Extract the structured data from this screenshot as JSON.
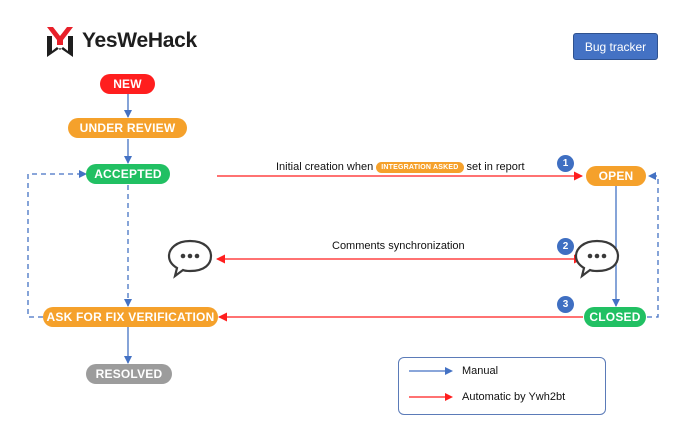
{
  "brand": {
    "name": "YesWeHack"
  },
  "tracker_label": "Bug tracker",
  "states": {
    "new": "NEW",
    "under_review": "UNDER REVIEW",
    "accepted": "ACCEPTED",
    "ask_fix": "ASK FOR FIX VERIFICATION",
    "resolved": "RESOLVED",
    "open": "OPEN",
    "closed": "CLOSED"
  },
  "flows": {
    "f1_prefix": "Initial creation when",
    "f1_tag": "INTEGRATION ASKED",
    "f1_suffix": "set in report",
    "f2_label": "Comments synchronization",
    "n1": "1",
    "n2": "2",
    "n3": "3"
  },
  "legend": {
    "manual": "Manual",
    "automatic": "Automatic by Ywh2bt"
  },
  "colors": {
    "manual": "#4472c4",
    "automatic": "#ff1e1e",
    "new": "#ff1e1e",
    "pending": "#f5a12b",
    "accepted": "#21c063",
    "resolved": "#9c9c9c"
  }
}
